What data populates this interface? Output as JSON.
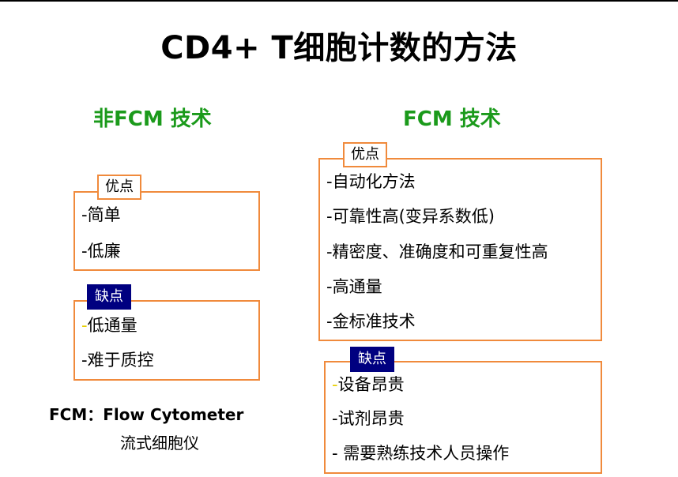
{
  "title": "CD4+ T细胞计数的方法",
  "left": {
    "heading": "非FCM 技术",
    "pros": {
      "tag": "优点",
      "items": [
        "-简单",
        "-低廉"
      ]
    },
    "cons": {
      "tag": "缺点",
      "items": [
        "低通量",
        "-难于质控"
      ],
      "first_dash": "-"
    }
  },
  "right": {
    "heading": "FCM 技术",
    "pros": {
      "tag": "优点",
      "items": [
        "-自动化方法",
        "-可靠性高(变异系数低)",
        "-精密度、准确度和可重复性高",
        "-高通量",
        "-金标准技术"
      ]
    },
    "cons": {
      "tag": "缺点",
      "items": [
        "设备昂贵",
        "-试剂昂贵",
        "- 需要熟练技术人员操作"
      ],
      "first_dash": "-"
    }
  },
  "note": {
    "line1": "FCM：Flow Cytometer",
    "line2": "流式细胞仪"
  },
  "colors": {
    "heading_green": "#1b9a1b",
    "box_orange": "#f08a3c",
    "tag_navy": "#000080",
    "dash_yellow": "#e8d000"
  }
}
